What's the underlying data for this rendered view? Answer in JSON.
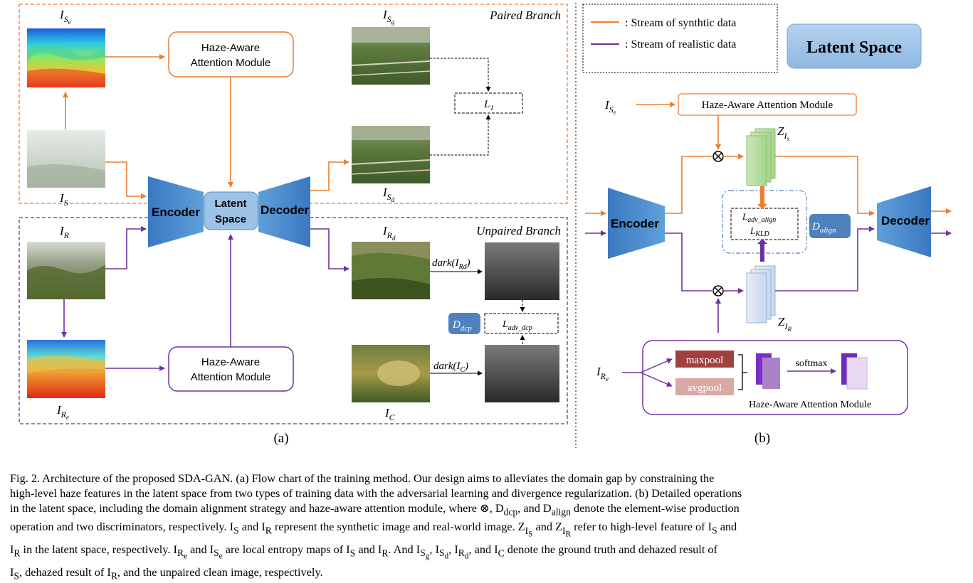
{
  "panel_a": {
    "paired_branch": "Paired Branch",
    "unpaired_branch": "Unpaired Branch",
    "haze_module_line1": "Haze-Aware",
    "haze_module_line2": "Attention Module",
    "latent_line1": "Latent",
    "latent_line2": "Space",
    "encoder": "Encoder",
    "decoder": "Decoder",
    "loss_l1": "L",
    "loss_l1_sub": "1",
    "loss_adv_dcp": "L",
    "loss_adv_dcp_sub": "adv_dcp",
    "d_dcp": "D",
    "d_dcp_sub": "dcp",
    "dark_ird": "dark(I",
    "dark_ird_sub": "Rd",
    "dark_ic": "dark(I",
    "dark_ic_sub": "C",
    "label": "(a)"
  },
  "panel_b": {
    "legend_synthetic": ": Stream of  synthtic data",
    "legend_realistic": ": Stream of  realistic data",
    "latent_space_badge": "Latent Space",
    "haze_module": "Haze-Aware Attention Module",
    "encoder": "Encoder",
    "decoder": "Decoder",
    "loss_adv_align": "L",
    "loss_adv_align_sub": "adv_align",
    "loss_kld": "L",
    "loss_kld_sub": "KLD",
    "d_align": "D",
    "d_align_sub": "align",
    "maxpool": "maxpool",
    "avgpool": "avgpool",
    "softmax": "softmax",
    "haze_module_bottom": "Haze-Aware Attention Module",
    "label": "(b)"
  },
  "caption": {
    "line1": "Fig. 2.    Architecture of the proposed SDA-GAN. (a) Flow chart of the training method. Our design aims to alleviates the domain gap by constraining the",
    "line2": "high-level haze features in the latent space from two types of training data with the adversarial learning and divergence regularization. (b) Detailed operations",
    "line3": "in the latent space, including the domain alignment strategy and haze-aware attention module, where ⊗, D",
    "line3_sub1": "dcp",
    "line3_mid": ", and D",
    "line3_sub2": "align",
    "line3_end": " denote the element-wise production",
    "line4": "operation and two discriminators, respectively. I",
    "line4_b": " and I",
    "line4_c": " represent the synthetic image and real-world image. Z",
    "line4_d": " and Z",
    "line4_e": " refer to high-level feature of I",
    "line4_f": " and",
    "line5": "I",
    "line5_b": " in the latent space, respectively. I",
    "line5_c": " and I",
    "line5_d": " are local entropy maps of I",
    "line5_e": " and I",
    "line5_f": ". And I",
    "line5_g": ", I",
    "line5_h": ", I",
    "line5_i": ", and I",
    "line5_j": " denote the ground truth and dehazed result of",
    "line6": "I",
    "line6_b": ", dehazed result of I",
    "line6_c": ", and the unpaired clean image, respectively."
  },
  "colors": {
    "orange": "#ED7D31",
    "purple": "#7030A0",
    "blue": "#4A8CCB",
    "latent": "#9DC3E6"
  }
}
